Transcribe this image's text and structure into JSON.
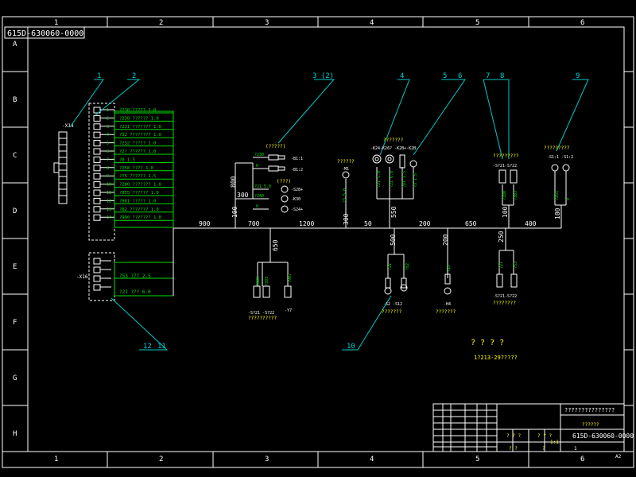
{
  "drawing": {
    "number_top": "615D-630060-0000",
    "number_bottom": "615D-630060-0000",
    "scale": "A2",
    "sheet_note": "1?213-29?????",
    "title_question": "? ? ? ?",
    "title_caption": "??????",
    "title_block_header": "???????????????",
    "title_block_cells": [
      "? ?  ?",
      "? ?  ?",
      "1:1",
      "? ?",
      "?",
      "1"
    ]
  },
  "frame": {
    "cols": [
      "1",
      "2",
      "3",
      "4",
      "5",
      "6"
    ],
    "rows": [
      "A",
      "B",
      "C",
      "D",
      "E",
      "F",
      "G",
      "H"
    ]
  },
  "callouts": [
    "1",
    "2",
    "3 (2)",
    "4",
    "5",
    "6",
    "7",
    "8",
    "9",
    "10",
    "12",
    "11"
  ],
  "connector_top": {
    "label": "-X14",
    "pins": [
      {
        "n": "1",
        "text": "?230 ????? 1.0"
      },
      {
        "n": "2",
        "text": "?230 ?????? 1.0"
      },
      {
        "n": "3",
        "text": "?231 ??????? 1.0"
      },
      {
        "n": "4",
        "text": "?32 ???????? 1.0"
      },
      {
        "n": "5",
        "text": "?232 ????? 1.0"
      },
      {
        "n": "6",
        "text": "?2? ?????? 1.0"
      },
      {
        "n": "7",
        "text": "?0 1.5"
      },
      {
        "n": "8",
        "text": "?258 ???? 1.0"
      },
      {
        "n": "9",
        "text": "??5 ?????? 1.5"
      },
      {
        "n": "10",
        "text": "?280 ??????? 1.0"
      },
      {
        "n": "11",
        "text": "?955 ?????? 1.0"
      },
      {
        "n": "12",
        "text": "?981 ????? 1.0"
      },
      {
        "n": "13",
        "text": "?82 ??????? 1.0"
      },
      {
        "n": "14",
        "text": "?990 ??????? 1.0"
      }
    ]
  },
  "connector_bottom": {
    "label": "-X16",
    "pins": [
      {
        "n": "1",
        "text": "?53 ??? 2.5"
      },
      {
        "n": "2",
        "text": "?21 ??? 6.0"
      }
    ]
  },
  "dimensions": {
    "d900": "900",
    "d700": "700",
    "d1200": "1200",
    "d300a": "300",
    "d50": "50",
    "d550": "550",
    "d200": "200",
    "d650": "650",
    "d100": "100",
    "d400": "400",
    "d800": "800",
    "d300b": "300",
    "d100b": "100",
    "d650v": "650",
    "d500": "500",
    "d200v": "200",
    "d250": "250",
    "d100r": "100"
  },
  "components": {
    "g3_header": "(?????)",
    "g3_lines": [
      "?230",
      "0",
      "?21 5.0",
      "?240",
      "0"
    ],
    "g3_tags": [
      "-B1:1",
      "-B1:2",
      "-S28+",
      "-K30",
      "-S24+"
    ],
    "g3_sub": "(???)",
    "m1_title": "??????",
    "m1_tag": "-M1",
    "m1_wire": "?3 5.0",
    "g4_title": "???????",
    "g4_tags": "-K24-K26? -K2B+-K2B-",
    "g4_wires": [
      "?21 5.0",
      "?21 6.0",
      "?81 1.5",
      "?3 1.5"
    ],
    "g7_title": "?????????",
    "g7_tags": "-S?21-S?22",
    "g7_wires": [
      "?380",
      "?383"
    ],
    "g9_title": "?????????",
    "g9_tags": "-S1:1 -S1:2",
    "g9_wires": [
      "?251",
      "0"
    ],
    "b1_wires": [
      "?983",
      "?393",
      "?987"
    ],
    "b1_tags": "-S?21 -S?22",
    "b1_title": "??????????",
    "b1_tag2": "-Y7",
    "b2_wires": [
      "?21",
      "?82"
    ],
    "b2_tags": "-S2    -S12",
    "b2_title": "???????",
    "b3_wire": "?21",
    "b3_tag": "-H4",
    "b3_title": "???????",
    "b4_wires": [
      "?21",
      "?53"
    ],
    "b4_tags": "-S?21-S?22",
    "b4_title": "????????"
  }
}
